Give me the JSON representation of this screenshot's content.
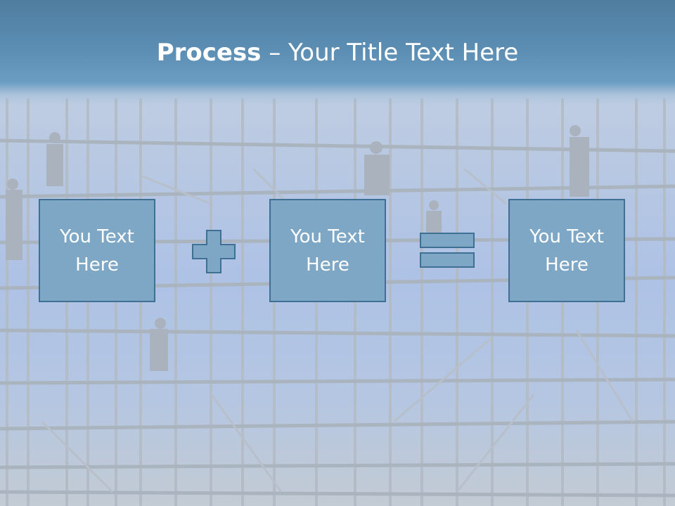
{
  "slide": {
    "title_bold": "Process",
    "title_rest": " – Your Title Text Here"
  },
  "boxes": [
    {
      "text": "You Text\nHere"
    },
    {
      "text": "You Text\nHere"
    },
    {
      "text": "You Text\nHere"
    }
  ],
  "operators": [
    {
      "icon": "plus-icon"
    },
    {
      "icon": "equals-icon"
    }
  ],
  "colors": {
    "header": "#5b8db3",
    "box_fill": "#7ea7c6",
    "box_border": "#3f6f93",
    "title_text": "#ffffff"
  }
}
